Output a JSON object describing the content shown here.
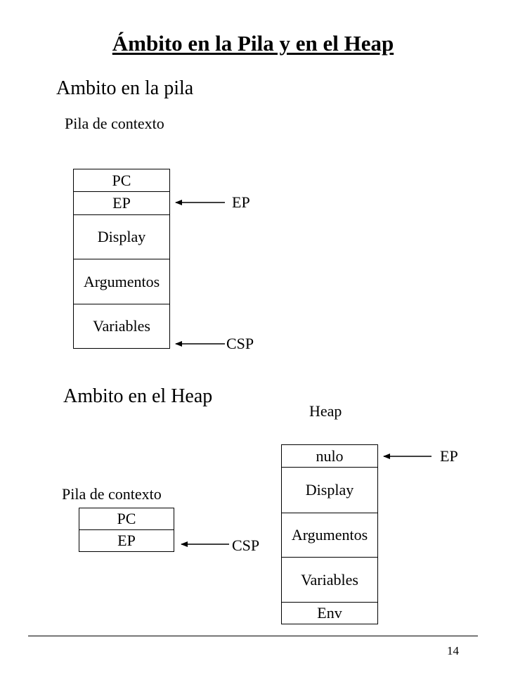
{
  "title": "Ámbito en la Pila y en el Heap",
  "stack_section": {
    "heading": "Ambito en la pila",
    "stack_label": "Pila de contexto",
    "cells": [
      "PC",
      "EP",
      "Display",
      "Argumentos",
      "Variables"
    ],
    "ep_label": "EP",
    "csp_label": "CSP"
  },
  "heap_section": {
    "heading": "Ambito en el Heap",
    "heap_label": "Heap",
    "heap_cells": [
      "nulo",
      "Display",
      "Argumentos",
      "Variables",
      "Env"
    ],
    "ep_label": "EP",
    "stack_label": "Pila de contexto",
    "stack_cells": [
      "PC",
      "EP"
    ],
    "csp_label": "CSP"
  },
  "page_number": "14"
}
